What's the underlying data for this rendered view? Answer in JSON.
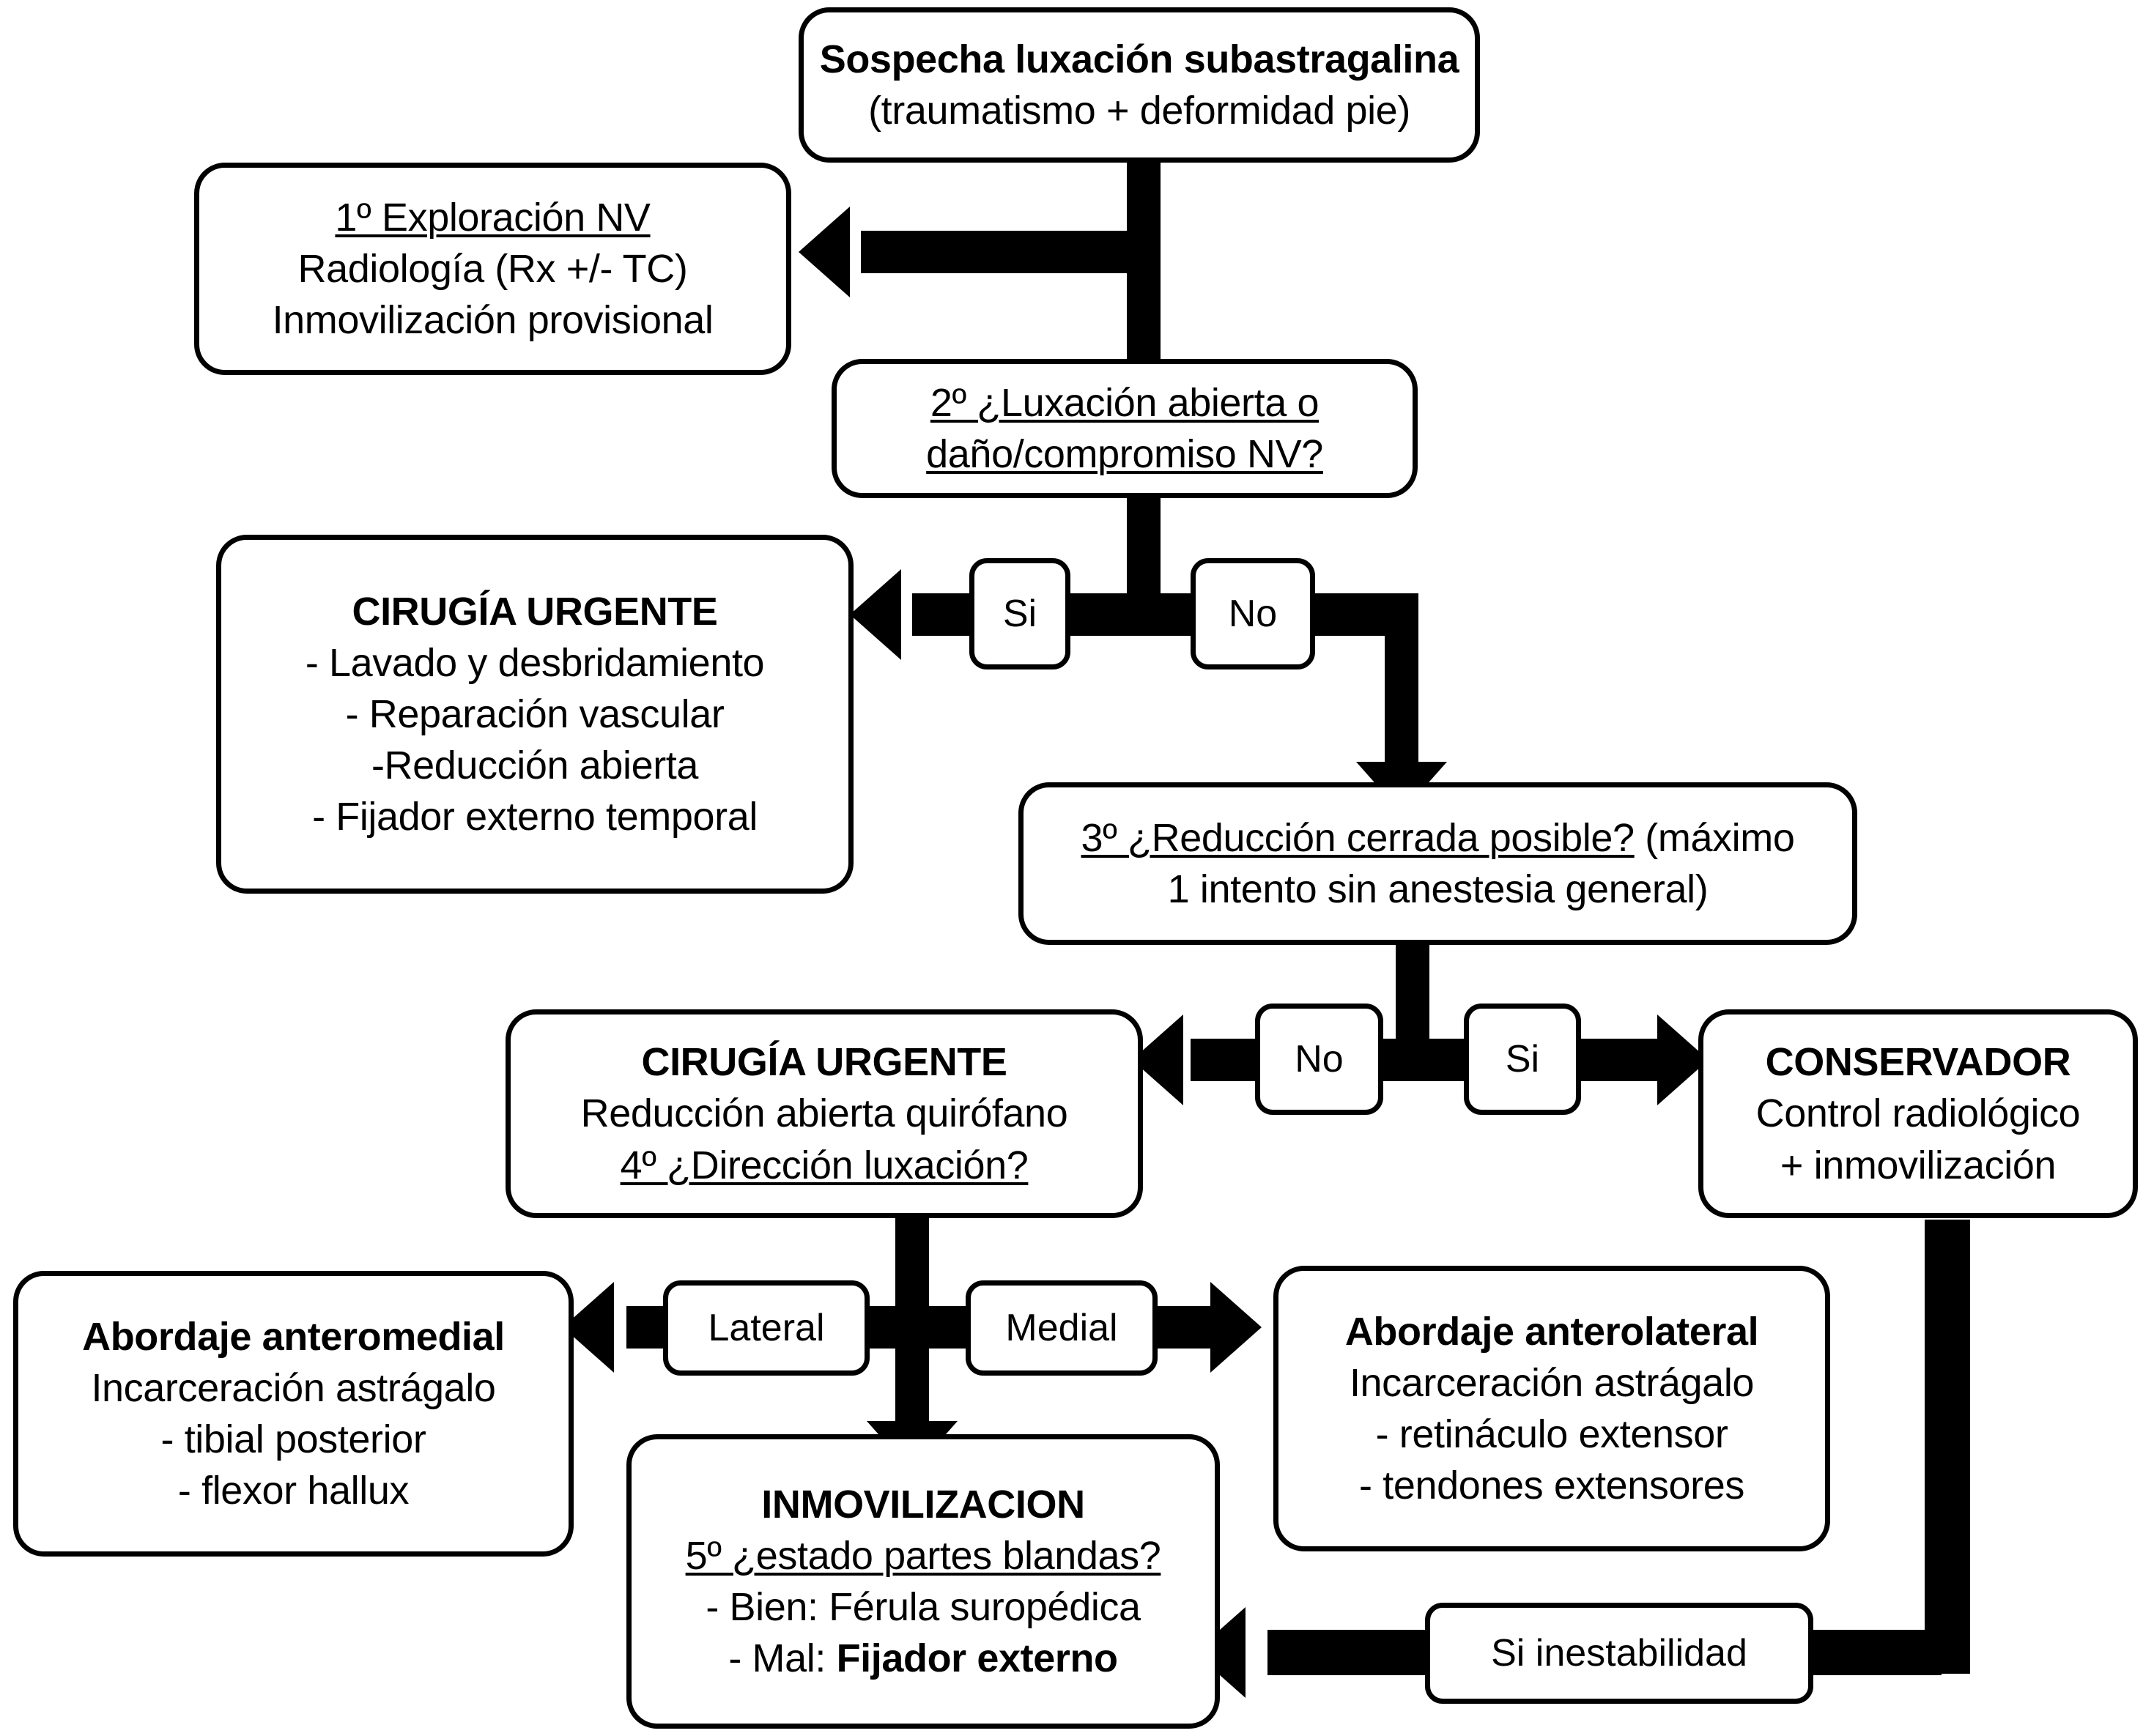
{
  "diagram": {
    "title_node": {
      "lines": [
        "Sospecha luxación subastragalina",
        "(traumatismo + deformidad pie)"
      ]
    },
    "nodes": [
      {
        "id": "exploracion",
        "lines": [
          "1º Exploración NV",
          "Radiología (Rx +/- TC)",
          "Inmovilización provisional"
        ]
      },
      {
        "id": "pregunta2",
        "lines": [
          "2º ¿Luxación abierta o",
          "daño/compromiso NV?"
        ]
      },
      {
        "id": "cirugia-urgente-1",
        "lines": [
          "CIRUGÍA URGENTE",
          "- Lavado y desbridamiento",
          "- Reparación vascular",
          "-Reducción abierta",
          "- Fijador externo temporal"
        ]
      },
      {
        "id": "pregunta3",
        "lines": [
          "3º ¿Reducción cerrada posible?",
          " (máximo",
          "1 intento sin anestesia general)"
        ]
      },
      {
        "id": "cirugia-urgente-2",
        "lines": [
          "CIRUGÍA URGENTE",
          "Reducción abierta quirófano",
          "4º ¿Dirección luxación?"
        ]
      },
      {
        "id": "conservador",
        "lines": [
          "CONSERVADOR",
          "Control radiológico",
          "+ inmovilización"
        ]
      },
      {
        "id": "abordaje-anteromedial",
        "lines": [
          "Abordaje anteromedial",
          "Incarceración astrágalo",
          "- tibial posterior",
          "- flexor hallux"
        ]
      },
      {
        "id": "abordaje-anterolateral",
        "lines": [
          "Abordaje anterolateral",
          "Incarceración astrágalo",
          "- retináculo extensor",
          "- tendones extensores"
        ]
      },
      {
        "id": "inmovilizacion",
        "lines": [
          "INMOVILIZACION",
          "5º ¿estado partes blandas?",
          "- Bien: Férula suropédica",
          "- Mal: Fijador externo"
        ]
      }
    ],
    "edge_labels": {
      "branch2_yes": "Si",
      "branch2_no": "No",
      "branch3_no": "No",
      "branch3_yes": "Si",
      "branch4_left": "Lateral",
      "branch4_right": "Medial",
      "inestabilidad": "Si inestabilidad"
    },
    "colors": {
      "stroke": "#000000",
      "fill": "#ffffff"
    }
  }
}
